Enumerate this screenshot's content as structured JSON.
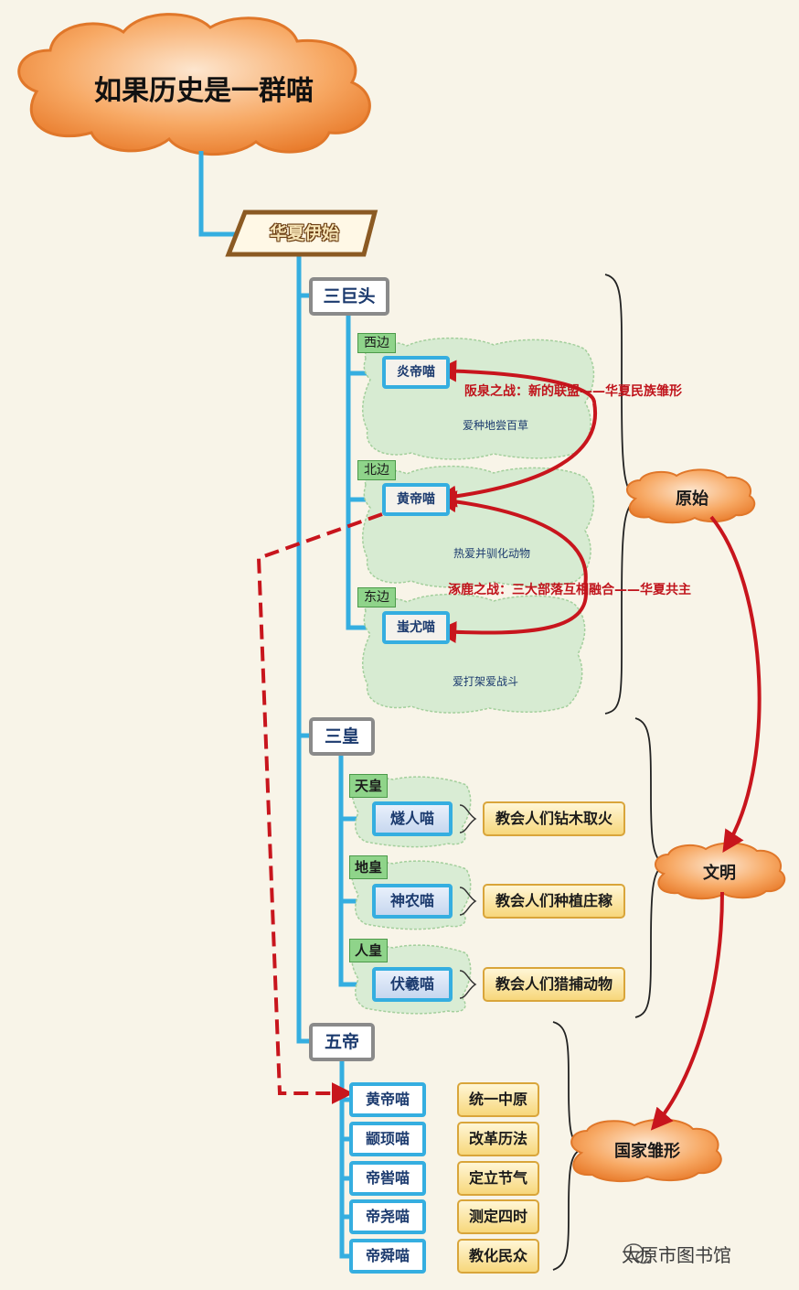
{
  "title": "如果历史是一群喵",
  "banner": "华夏伊始",
  "sections": {
    "san_ju_tou": {
      "label": "三巨头",
      "items": [
        {
          "region": "西边",
          "name": "炎帝喵",
          "desc": "爱种地尝百草"
        },
        {
          "region": "北边",
          "name": "黄帝喵",
          "desc": "热爱并驯化动物"
        },
        {
          "region": "东边",
          "name": "蚩尤喵",
          "desc": "爱打架爱战斗"
        }
      ]
    },
    "san_huang": {
      "label": "三皇",
      "items": [
        {
          "tag": "天皇",
          "name": "燧人喵",
          "deed": "教会人们钻木取火"
        },
        {
          "tag": "地皇",
          "name": "神农喵",
          "deed": "教会人们种植庄稼"
        },
        {
          "tag": "人皇",
          "name": "伏羲喵",
          "deed": "教会人们猎捕动物"
        }
      ]
    },
    "wu_di": {
      "label": "五帝",
      "items": [
        {
          "name": "黄帝喵",
          "deed": "统一中原"
        },
        {
          "name": "颛顼喵",
          "deed": "改革历法"
        },
        {
          "name": "帝喾喵",
          "deed": "定立节气"
        },
        {
          "name": "帝尧喵",
          "deed": "测定四时"
        },
        {
          "name": "帝舜喵",
          "deed": "教化民众"
        }
      ]
    }
  },
  "battles": {
    "banquan": "阪泉之战：新的联盟——华夏民族雏形",
    "zhuolu": "涿鹿之战：三大部落互相融合——华夏共主"
  },
  "stages": {
    "primitive": "原始",
    "civilization": "文明",
    "state": "国家雏形"
  },
  "footer": "太原市图书馆",
  "colors": {
    "line_blue": "#35aee0",
    "arrow_red": "#c8151d",
    "cloud_orange": "#f08a3c",
    "banner_brown": "#8b5a23"
  }
}
